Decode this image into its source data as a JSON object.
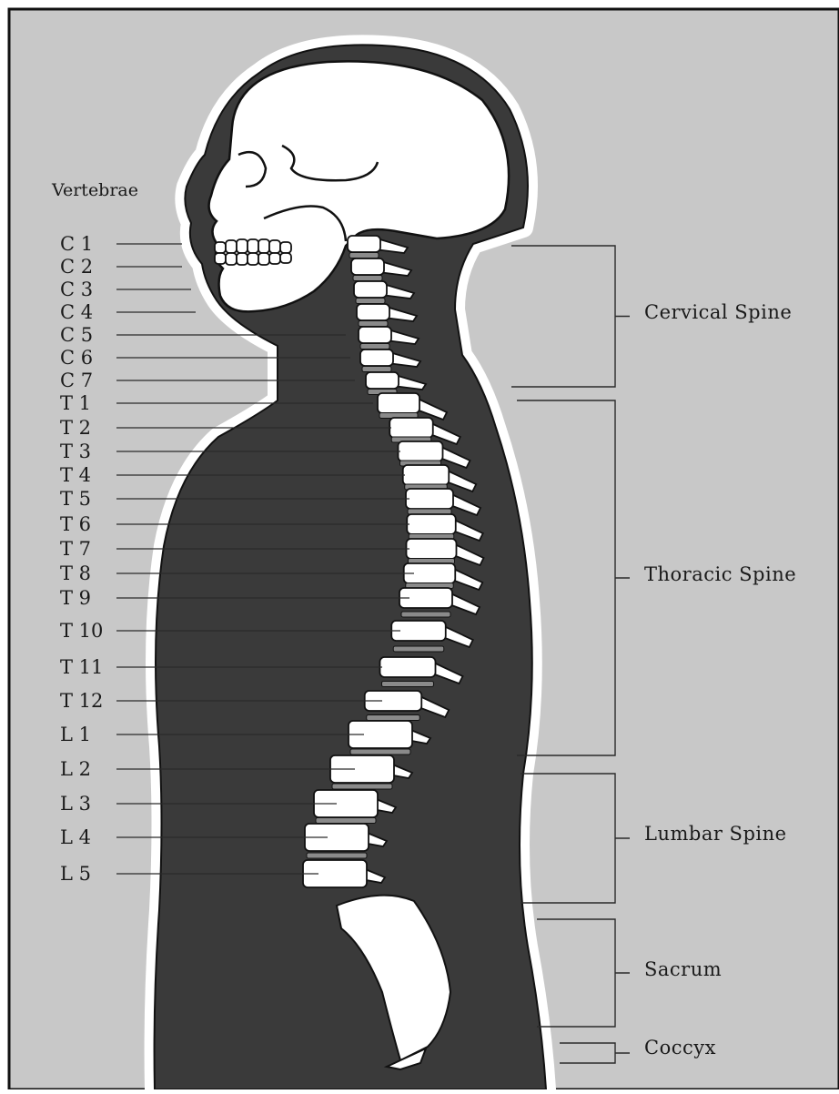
{
  "diagram": {
    "title": "Vertebrae",
    "vertebrae": [
      "C 1",
      "C 2",
      "C 3",
      "C 4",
      "C 5",
      "C 6",
      "C 7",
      "T 1",
      "T 2",
      "T 3",
      "T 4",
      "T 5",
      "T 6",
      "T 7",
      "T 8",
      "T 9",
      "T 10",
      "T 11",
      "T 12",
      "L 1",
      "L 2",
      "L 3",
      "L 4",
      "L 5"
    ],
    "regions": [
      "Cervical Spine",
      "Thoracic Spine",
      "Lumbar Spine",
      "Sacrum",
      "Coccyx"
    ]
  },
  "colors": {
    "background": "#c8c8c8",
    "body": "#3a3a3a",
    "bone": "#ffffff",
    "disc": "#8a8a8a",
    "outline": "#111111"
  }
}
